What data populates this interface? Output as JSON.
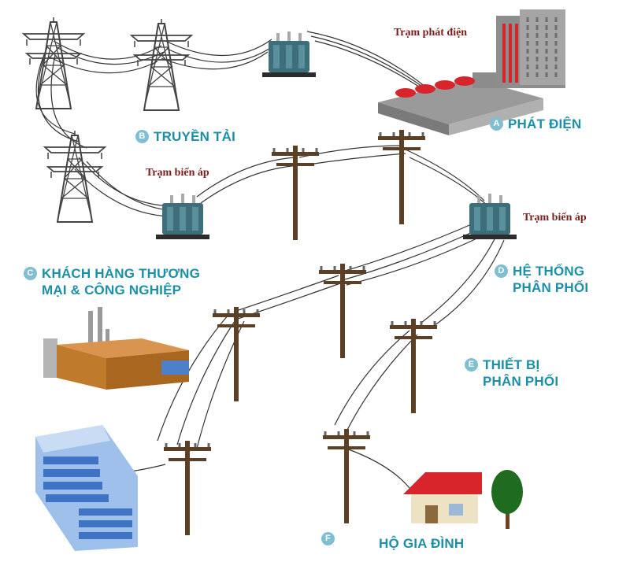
{
  "labels": {
    "a": {
      "letter": "A",
      "text": "PHÁT ĐIỆN"
    },
    "b": {
      "letter": "B",
      "text": "TRUYỀN TẢI"
    },
    "c": {
      "letter": "C",
      "line1": "KHÁCH HÀNG THƯƠNG",
      "line2": "MẠI & CÔNG NGHIỆP"
    },
    "d": {
      "letter": "D",
      "line1": "HỆ THỐNG",
      "line2": "PHÂN PHỐI"
    },
    "e": {
      "letter": "E",
      "line1": "THIẾT BỊ",
      "line2": "PHÂN PHỐI"
    },
    "f": {
      "letter": "F",
      "text": "HỘ GIA ĐÌNH"
    }
  },
  "notes": {
    "power_plant": "Trạm phát điện",
    "substation_left": "Trạm biến áp",
    "substation_right": "Trạm biến áp"
  },
  "colors": {
    "label_text": "#1c8fa8",
    "badge": "#7fbfd1",
    "note_text": "#7a1d1d",
    "roof": "#d8252b",
    "factory": "#c07a2b",
    "glass": "#3f74c4",
    "tree": "#1f6b1f"
  }
}
